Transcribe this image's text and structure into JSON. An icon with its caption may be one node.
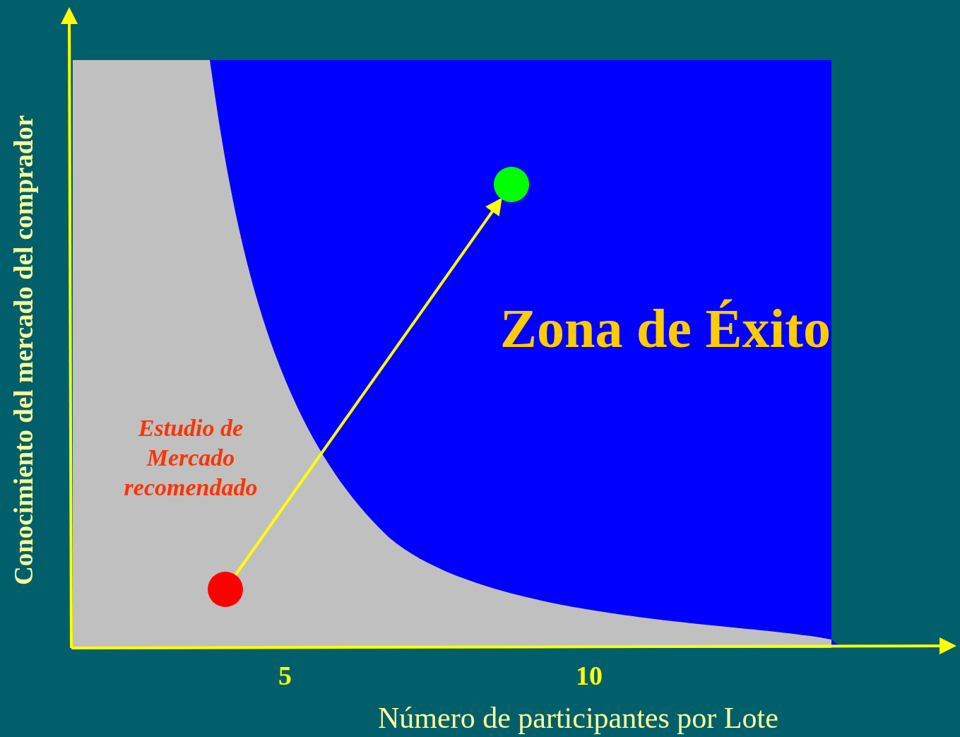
{
  "diagram": {
    "nodes": [
      {
        "text": [],
        "shape": "circle"
      },
      {
        "text": [],
        "shape": "circle"
      }
    ],
    "edges": [
      {
        "from": 0,
        "to": 1,
        "arrow": "to"
      }
    ],
    "labels": [
      "Conocimiento del mercado del comprador",
      "Zona de Éxito",
      "Estudio de Mercado recomendado",
      "5",
      "10",
      "Número de participantes por Lote"
    ]
  }
}
